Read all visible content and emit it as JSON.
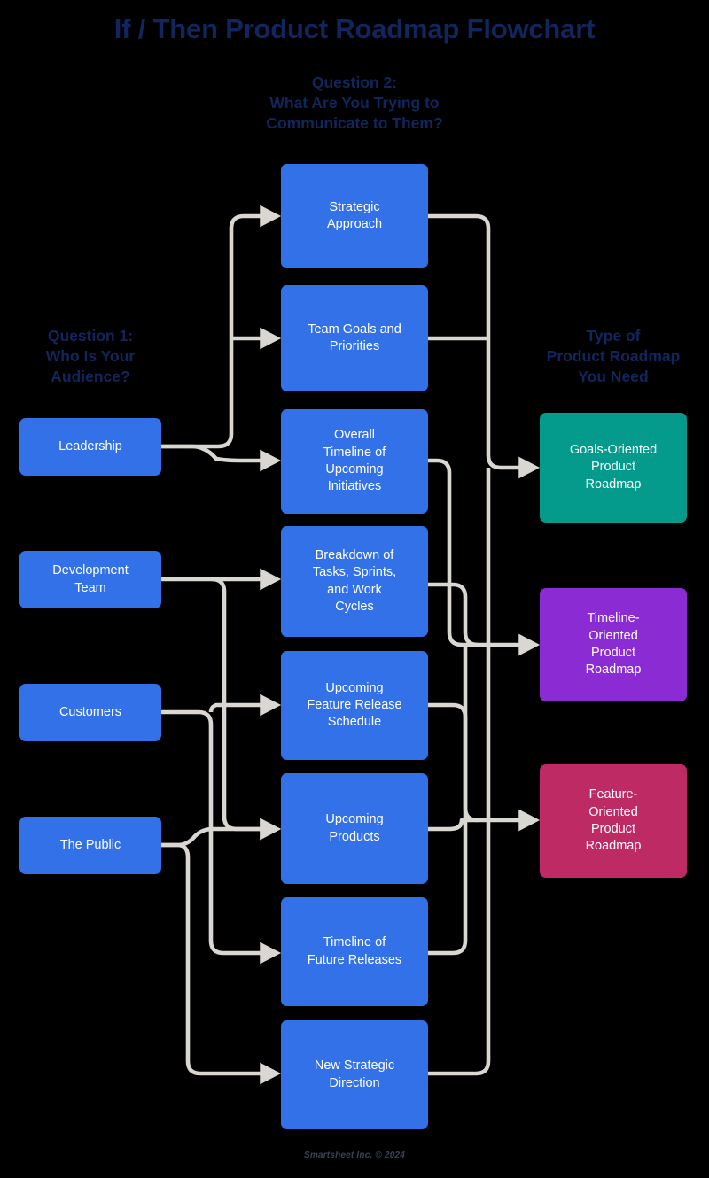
{
  "title": "If / Then Product Roadmap Flowchart",
  "footer": "Smartsheet Inc. © 2024",
  "headings": {
    "question1": "Question 1:\nWho Is Your\nAudience?",
    "question2": "Question 2:\nWhat Are You Trying to\nCommunicate to Them?",
    "roadmap_type": "Type of\nProduct Roadmap\nYou Need"
  },
  "colors": {
    "background": "#000000",
    "heading_text": "#12265E",
    "audience_box": "#3371E8",
    "message_box": "#3371E8",
    "goals_roadmap": "#059B8C",
    "timeline_roadmap": "#8B2BD4",
    "feature_roadmap": "#BE2A63",
    "connector": "#DAD7D2",
    "node_text": "#FFFFFF",
    "footer_text": "#3A4356"
  },
  "chart_data": {
    "type": "diagram",
    "title": "If / Then Product Roadmap Flowchart",
    "columns": [
      {
        "key": "audience",
        "label": "Question 1:\nWho Is Your\nAudience?"
      },
      {
        "key": "message",
        "label": "Question 2:\nWhat Are You Trying to\nCommunicate to Them?"
      },
      {
        "key": "roadmap",
        "label": "Type of\nProduct Roadmap\nYou Need"
      }
    ],
    "nodes": {
      "audience": [
        {
          "id": "leadership",
          "label": "Leadership"
        },
        {
          "id": "dev-team",
          "label": "Development\nTeam"
        },
        {
          "id": "customers",
          "label": "Customers"
        },
        {
          "id": "public",
          "label": "The Public"
        }
      ],
      "message": [
        {
          "id": "strategic-approach",
          "label": "Strategic\nApproach"
        },
        {
          "id": "team-goals",
          "label": "Team Goals and\nPriorities"
        },
        {
          "id": "overall-timeline",
          "label": "Overall\nTimeline of\nUpcoming\nInitiatives"
        },
        {
          "id": "breakdown-tasks",
          "label": "Breakdown of\nTasks, Sprints,\nand Work\nCycles"
        },
        {
          "id": "feature-release",
          "label": "Upcoming\nFeature Release\nSchedule"
        },
        {
          "id": "upcoming-products",
          "label": "Upcoming\nProducts"
        },
        {
          "id": "future-releases",
          "label": "Timeline of\nFuture Releases"
        },
        {
          "id": "new-direction",
          "label": "New Strategic\nDirection"
        }
      ],
      "roadmap": [
        {
          "id": "goals-roadmap",
          "label": "Goals-Oriented\nProduct\nRoadmap"
        },
        {
          "id": "timeline-roadmap",
          "label": "Timeline-\nOriented\nProduct\nRoadmap"
        },
        {
          "id": "feature-roadmap",
          "label": "Feature-\nOriented\nProduct\nRoadmap"
        }
      ]
    },
    "edges": [
      {
        "from": "leadership",
        "to": "strategic-approach"
      },
      {
        "from": "leadership",
        "to": "team-goals"
      },
      {
        "from": "leadership",
        "to": "overall-timeline"
      },
      {
        "from": "dev-team",
        "to": "breakdown-tasks"
      },
      {
        "from": "dev-team",
        "to": "upcoming-products"
      },
      {
        "from": "customers",
        "to": "feature-release"
      },
      {
        "from": "customers",
        "to": "future-releases"
      },
      {
        "from": "public",
        "to": "upcoming-products"
      },
      {
        "from": "public",
        "to": "new-direction"
      },
      {
        "from": "strategic-approach",
        "to": "goals-roadmap"
      },
      {
        "from": "team-goals",
        "to": "goals-roadmap"
      },
      {
        "from": "new-direction",
        "to": "goals-roadmap"
      },
      {
        "from": "overall-timeline",
        "to": "timeline-roadmap"
      },
      {
        "from": "breakdown-tasks",
        "to": "timeline-roadmap"
      },
      {
        "from": "feature-release",
        "to": "feature-roadmap"
      },
      {
        "from": "upcoming-products",
        "to": "feature-roadmap"
      },
      {
        "from": "future-releases",
        "to": "timeline-roadmap"
      }
    ]
  }
}
